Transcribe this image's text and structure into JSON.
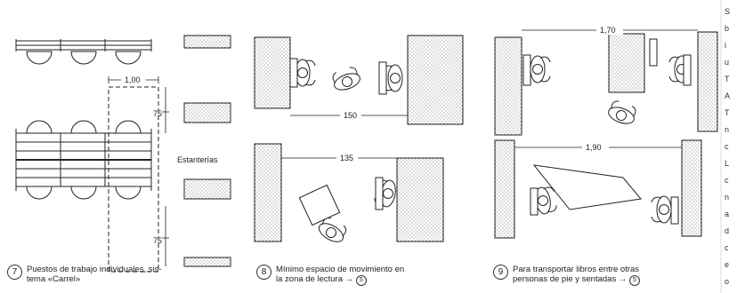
{
  "figures": {
    "fig7": {
      "number": "7",
      "caption_line1": "Puestos de trabajo individuales, sis-",
      "caption_line2": "tema «Carrel»",
      "dim_top": "1,00",
      "dim_side_upper": "75",
      "dim_side_lower": "75",
      "shelf_label": "Estanterías"
    },
    "fig8": {
      "number": "8",
      "caption_line1": "Mínimo espacio de movimiento en",
      "caption_line2": "la zona de lectura →",
      "caption_ref": "5",
      "dim_upper": "150",
      "dim_lower": "135"
    },
    "fig9": {
      "number": "9",
      "caption_line1": "Para transportar libros entre otras",
      "caption_line2": "personas de pie y sentadas →",
      "caption_ref": "5",
      "dim_upper": "1,70",
      "dim_lower": "1,90"
    }
  },
  "side_text": [
    "S",
    "b",
    "i",
    "u",
    "T",
    "A",
    "T",
    "n",
    "c",
    "L",
    "c",
    "n",
    "a",
    "d",
    "c",
    "e",
    "o"
  ]
}
